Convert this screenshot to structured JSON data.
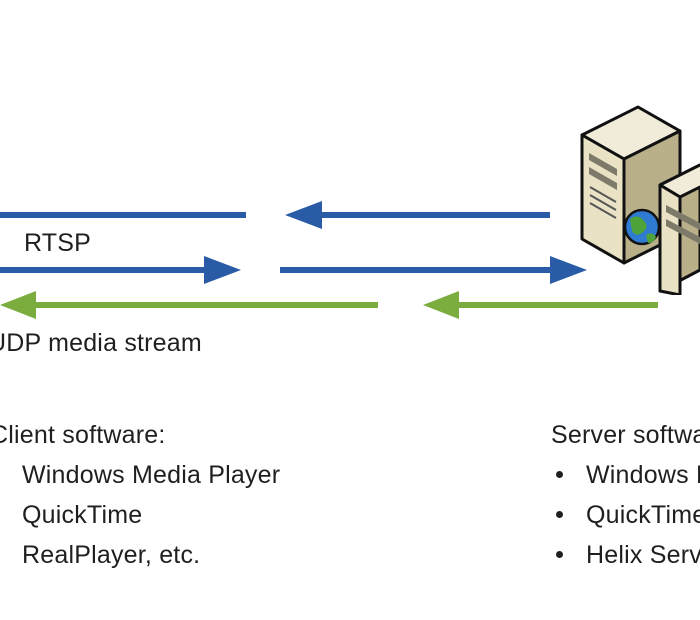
{
  "diagram": {
    "protocol_label": "RTSP",
    "stream_label": "UDP media stream",
    "client": {
      "title": "Client software:",
      "items": [
        "Windows Media Player",
        "QuickTime",
        "RealPlayer, etc."
      ]
    },
    "server": {
      "title": "Server software:",
      "items": [
        "Windows Media Services",
        "QuickTime Streaming Server",
        "Helix Server"
      ]
    },
    "colors": {
      "rtsp_arrow": "#2a5ba6",
      "stream_arrow": "#7aad3e",
      "text": "#1f1f1f"
    },
    "icons": [
      "server-tower-icon",
      "globe-icon"
    ]
  }
}
